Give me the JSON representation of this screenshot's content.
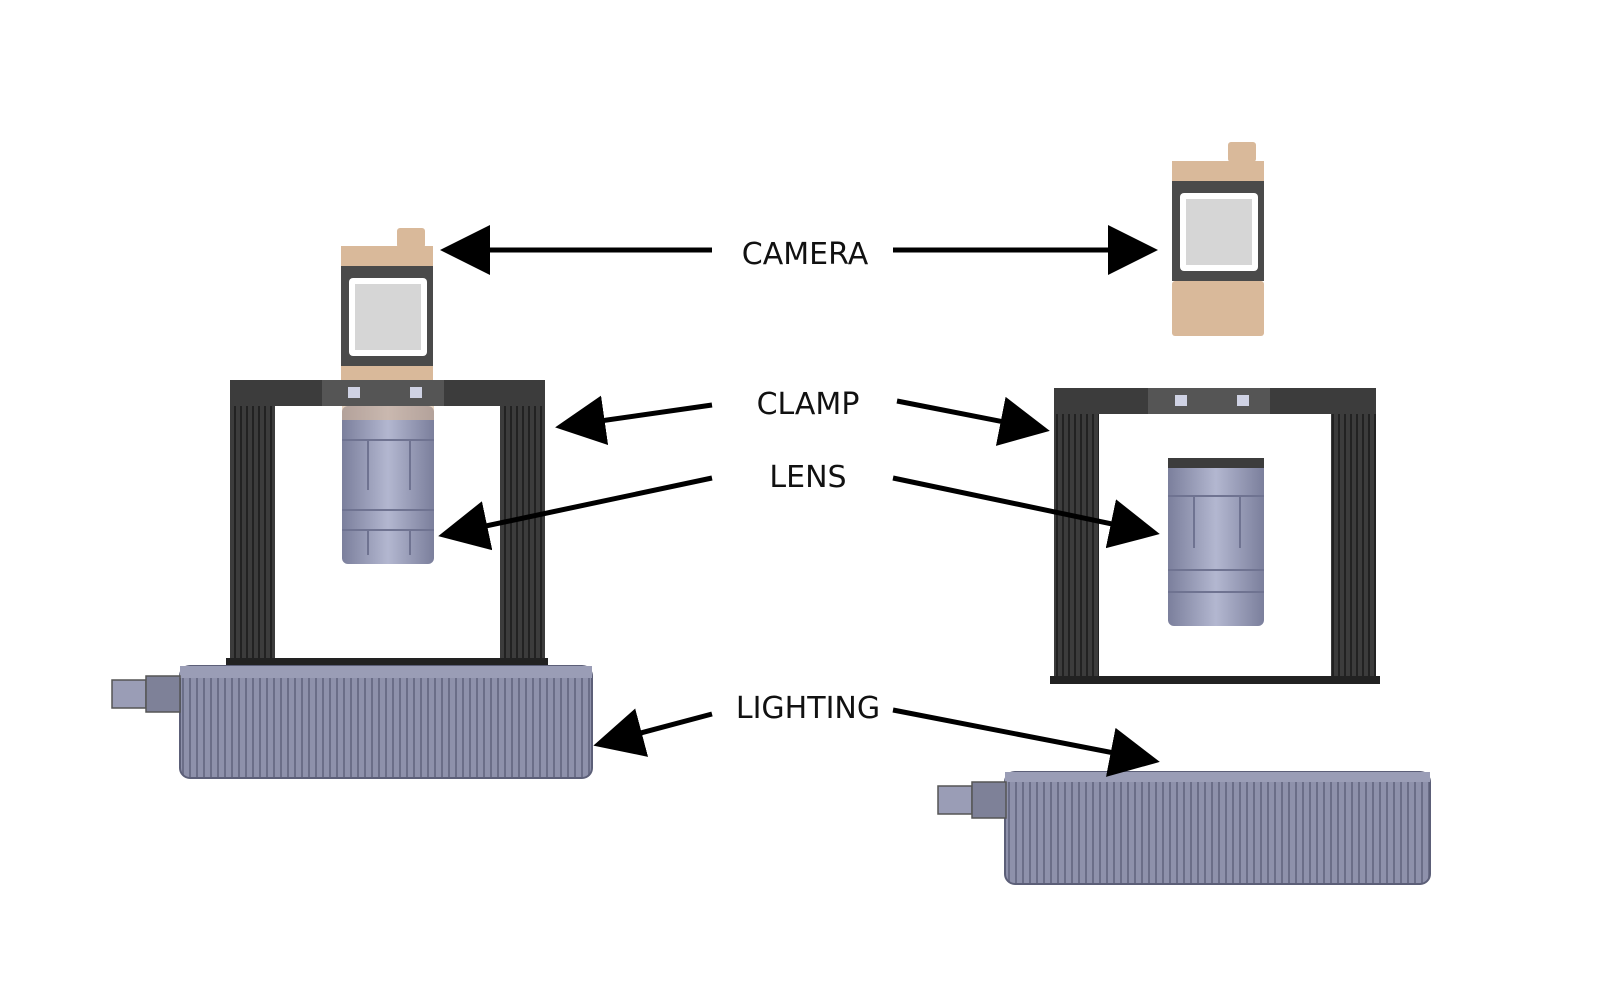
{
  "labels": {
    "camera": "CAMERA",
    "clamp": "CLAMP",
    "lens": "LENS",
    "lighting": "LIGHTING"
  },
  "colors": {
    "background": "#ffffff",
    "camera_body": "#4a4a4a",
    "camera_accent": "#d9b99a",
    "camera_window": "#d6d6d6",
    "clamp": "#3c3c3c",
    "clamp_dark": "#262626",
    "lens": "#9a9ebb",
    "lens_shadow": "#6f7391",
    "lighting": "#8e91ab",
    "lighting_shadow": "#5c5f78",
    "arrow": "#000000"
  }
}
